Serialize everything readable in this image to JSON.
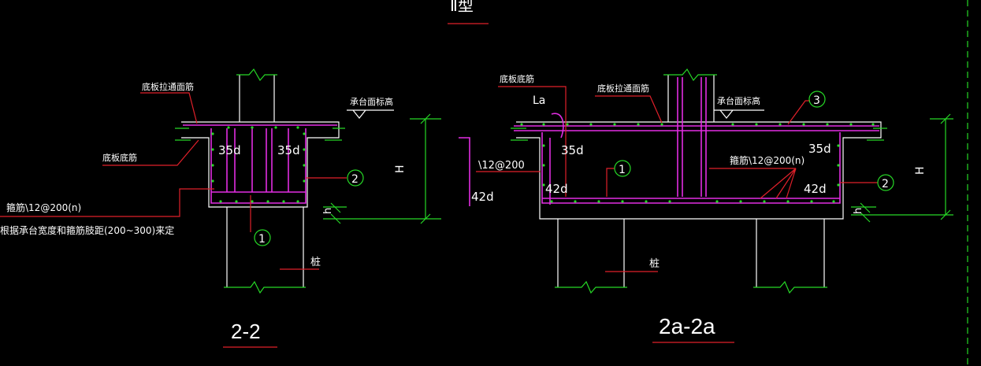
{
  "drawing": {
    "top_label": "Ⅱ型",
    "section_left": {
      "title": "2-2"
    },
    "section_right": {
      "title": "2a-2a"
    },
    "labels_left": {
      "top_bar": "底板拉通面筋",
      "bottom_bar": "底板底筋",
      "cap_top": "承台面标高",
      "stirrup": "箍筋\\12@200(n)",
      "note": "根据承台宽度和箍筋肢距(200~300)来定",
      "anchor_l": "35d",
      "anchor_r": "35d",
      "pile": "桩",
      "dim_H": "H",
      "dim_h": "h",
      "circle_1": "1",
      "circle_2": "2"
    },
    "labels_right": {
      "bottom_bar": "底板底筋",
      "top_bar": "底板拉通面筋",
      "cap_top": "承台面标高",
      "la": "La",
      "anchor_l": "35d",
      "anchor_r": "35d",
      "bar_spec": "\\12@200",
      "len_42d_a": "42d",
      "len_42d_b": "42d",
      "len_42d_c": "42d",
      "stirrup": "箍筋\\12@200(n)",
      "pile": "桩",
      "dim_H": "H",
      "dim_h": "h",
      "circle_1": "1",
      "circle_2": "2",
      "circle_3": "3"
    }
  },
  "colors": {
    "background": "#000000",
    "outline": "#ffffff",
    "rebar": "#e22de2",
    "leader": "#e0202a",
    "dimension": "#26d826"
  }
}
